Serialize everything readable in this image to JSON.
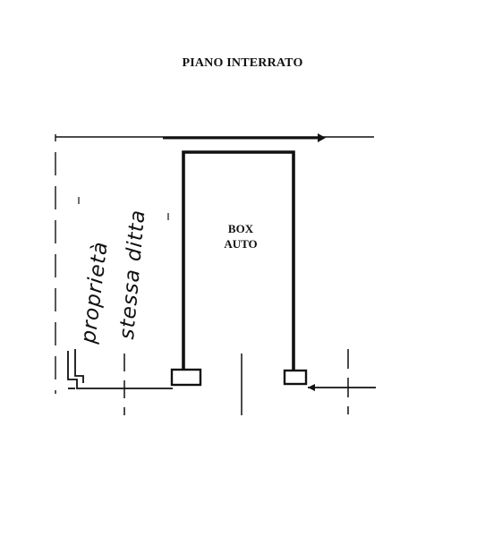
{
  "drawing": {
    "title": "PIANO INTERRATO",
    "room_label_line1": "BOX",
    "room_label_line2": "AUTO",
    "note_line1": "proprietà",
    "note_line2": "stessa ditta"
  },
  "colors": {
    "ink": "#111111",
    "background": "#ffffff"
  }
}
